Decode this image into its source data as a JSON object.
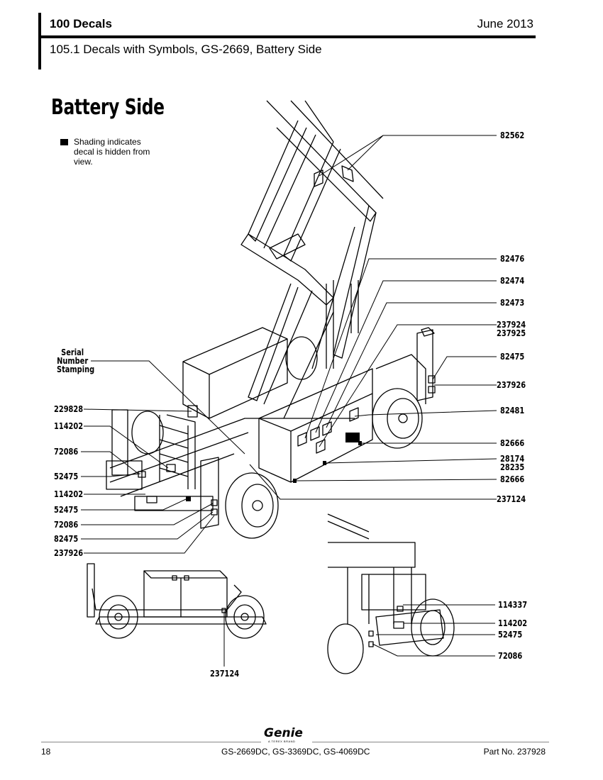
{
  "header": {
    "section": "100 Decals",
    "date": "June 2013",
    "subtitle": "105.1 Decals with Symbols, GS-2669, Battery Side"
  },
  "figure": {
    "title": "Battery Side",
    "legend": "Shading indicates decal is hidden from view.",
    "callouts_right": [
      "82562",
      "82476",
      "82474",
      "82473",
      "237924",
      "237925",
      "82475",
      "237926",
      "82481",
      "82666",
      "28174",
      "28235",
      "82666",
      "237124"
    ],
    "callouts_left": [
      "229828",
      "114202",
      "72086",
      "52475",
      "114202",
      "52475",
      "72086",
      "82475",
      "237926"
    ],
    "serial_label": [
      "Serial",
      "Number",
      "Stamping"
    ],
    "inset_lower_left": [
      "237124"
    ],
    "inset_lower_right": [
      "114337",
      "114202",
      "52475",
      "72086"
    ]
  },
  "footer": {
    "page": "18",
    "models": "GS-2669DC, GS-3369DC, GS-4069DC",
    "part_no": "Part No. 237928",
    "brand": "Genie",
    "brand_sub": "A TEREX BRAND"
  }
}
